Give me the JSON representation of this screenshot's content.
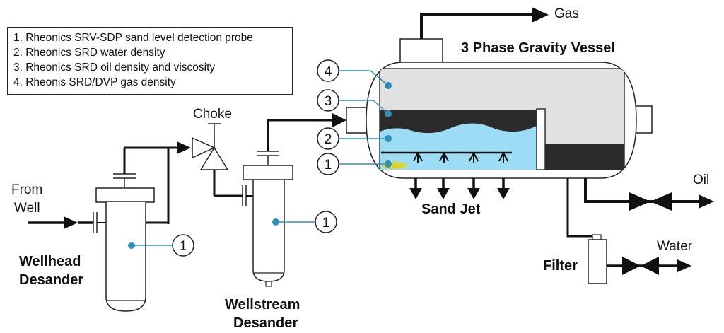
{
  "legend": [
    "1. Rheonics SRV-SDP sand level detection probe",
    "2. Rheonics SRD water density",
    "3. Rheonics SRD oil density and viscosity",
    "4. Rheonis SRD/DVP gas density"
  ],
  "labels": {
    "gas": "Gas",
    "vessel_title": "3 Phase Gravity Vessel",
    "choke": "Choke",
    "from_well_1": "From",
    "from_well_2": "Well",
    "oil": "Oil",
    "water": "Water",
    "filter": "Filter",
    "sand_jet": "Sand Jet",
    "wellhead_1": "Wellhead",
    "wellhead_2": "Desander",
    "wellstream_1": "Wellstream",
    "wellstream_2": "Desander"
  },
  "callouts": [
    "1",
    "2",
    "3",
    "4"
  ],
  "colors": {
    "gas_phase": "#e1e1e1",
    "oil_phase": "#2b2b2b",
    "water_phase": "#9ddcf5",
    "sand": "#d8d43a",
    "probe_dot": "#2e8fb8",
    "line": "#111111"
  }
}
